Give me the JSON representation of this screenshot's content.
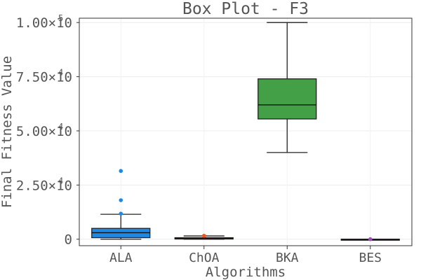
{
  "chart_data": {
    "type": "box",
    "title": "Box Plot - F3",
    "xlabel": "Algorithms",
    "ylabel": "Final Fitness Value",
    "categories": [
      "ALA",
      "ChOA",
      "BKA",
      "BES"
    ],
    "ylim": [
      -3000,
      102000
    ],
    "yticks": [
      {
        "value": 0,
        "label": "0",
        "exp": ""
      },
      {
        "value": 25000,
        "label": "2.50×10",
        "exp": "4"
      },
      {
        "value": 50000,
        "label": "5.00×10",
        "exp": "4"
      },
      {
        "value": 75000,
        "label": "7.50×10",
        "exp": "4"
      },
      {
        "value": 100000,
        "label": "1.00×10",
        "exp": "5"
      }
    ],
    "grid": true,
    "series": [
      {
        "category": "ALA",
        "color": "#1e88e5",
        "min": 0,
        "q1": 700,
        "median": 3000,
        "q3": 5000,
        "max": 11500,
        "outliers": [
          11800,
          18000,
          31500
        ]
      },
      {
        "category": "ChOA",
        "color": "#f4511e",
        "min": 0,
        "q1": 100,
        "median": 300,
        "q3": 700,
        "max": 1500,
        "outliers": [
          1600
        ]
      },
      {
        "category": "BKA",
        "color": "#43a047",
        "min": 40000,
        "q1": 55500,
        "median": 62000,
        "q3": 74000,
        "max": 100000,
        "outliers": []
      },
      {
        "category": "BES",
        "color": "#ab47bc",
        "min": 0,
        "q1": 0,
        "median": 0,
        "q3": 0,
        "max": 0,
        "outliers": [
          0
        ]
      }
    ]
  }
}
